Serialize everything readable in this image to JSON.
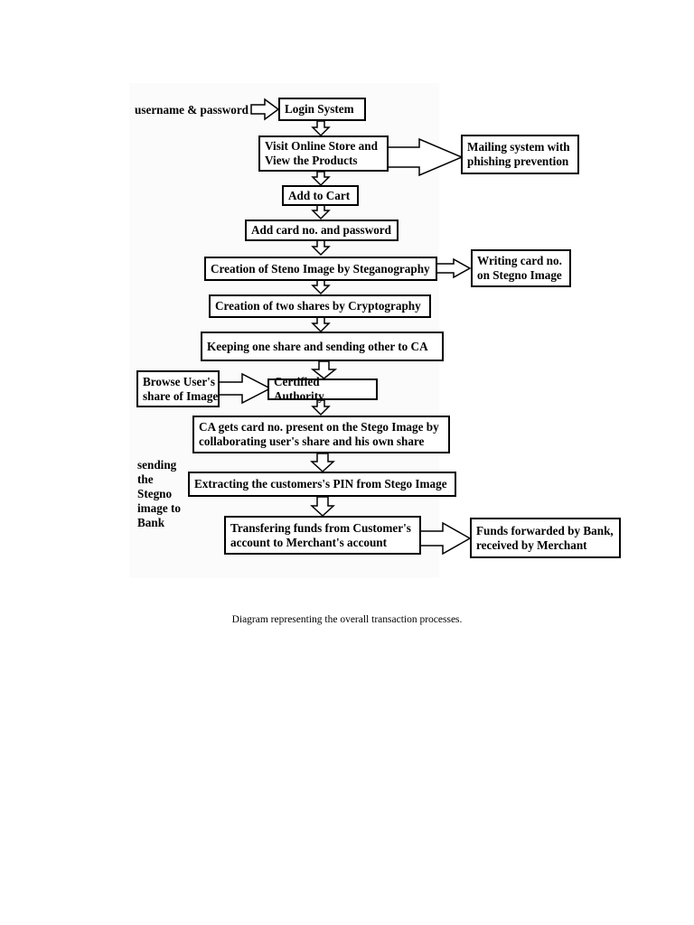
{
  "diagram": {
    "input_label": "username & password",
    "login": "Login System",
    "visit_store": [
      "Visit Online Store and",
      "View the Products"
    ],
    "mailing": [
      "Mailing system with",
      "phishing prevention"
    ],
    "add_to_cart": "Add to Cart",
    "add_card": "Add card no. and password",
    "steno_image": "Creation of Steno Image by Steganography",
    "writing_card": [
      "Writing card no.",
      "on Stegno Image"
    ],
    "two_shares": "Creation of two shares by Cryptography",
    "keeping_share": "Keeping one share and sending other to CA",
    "browse_share": [
      "Browse User's",
      "share of Image"
    ],
    "certified_authority": "Certified Authority",
    "ca_gets": [
      "CA gets card no. present on the Stego Image by",
      "collaborating user's share and his own share"
    ],
    "side_note": [
      "sending",
      "the",
      "Stegno",
      "image to",
      "Bank"
    ],
    "extracting_pin": "Extracting the customers's PIN from Stego Image",
    "transfer_funds": [
      "Transfering funds from Customer's",
      "account to Merchant's account"
    ],
    "funds_forwarded": [
      "Funds forwarded by Bank,",
      "received by Merchant"
    ]
  },
  "caption": "Diagram representing the overall transaction processes."
}
